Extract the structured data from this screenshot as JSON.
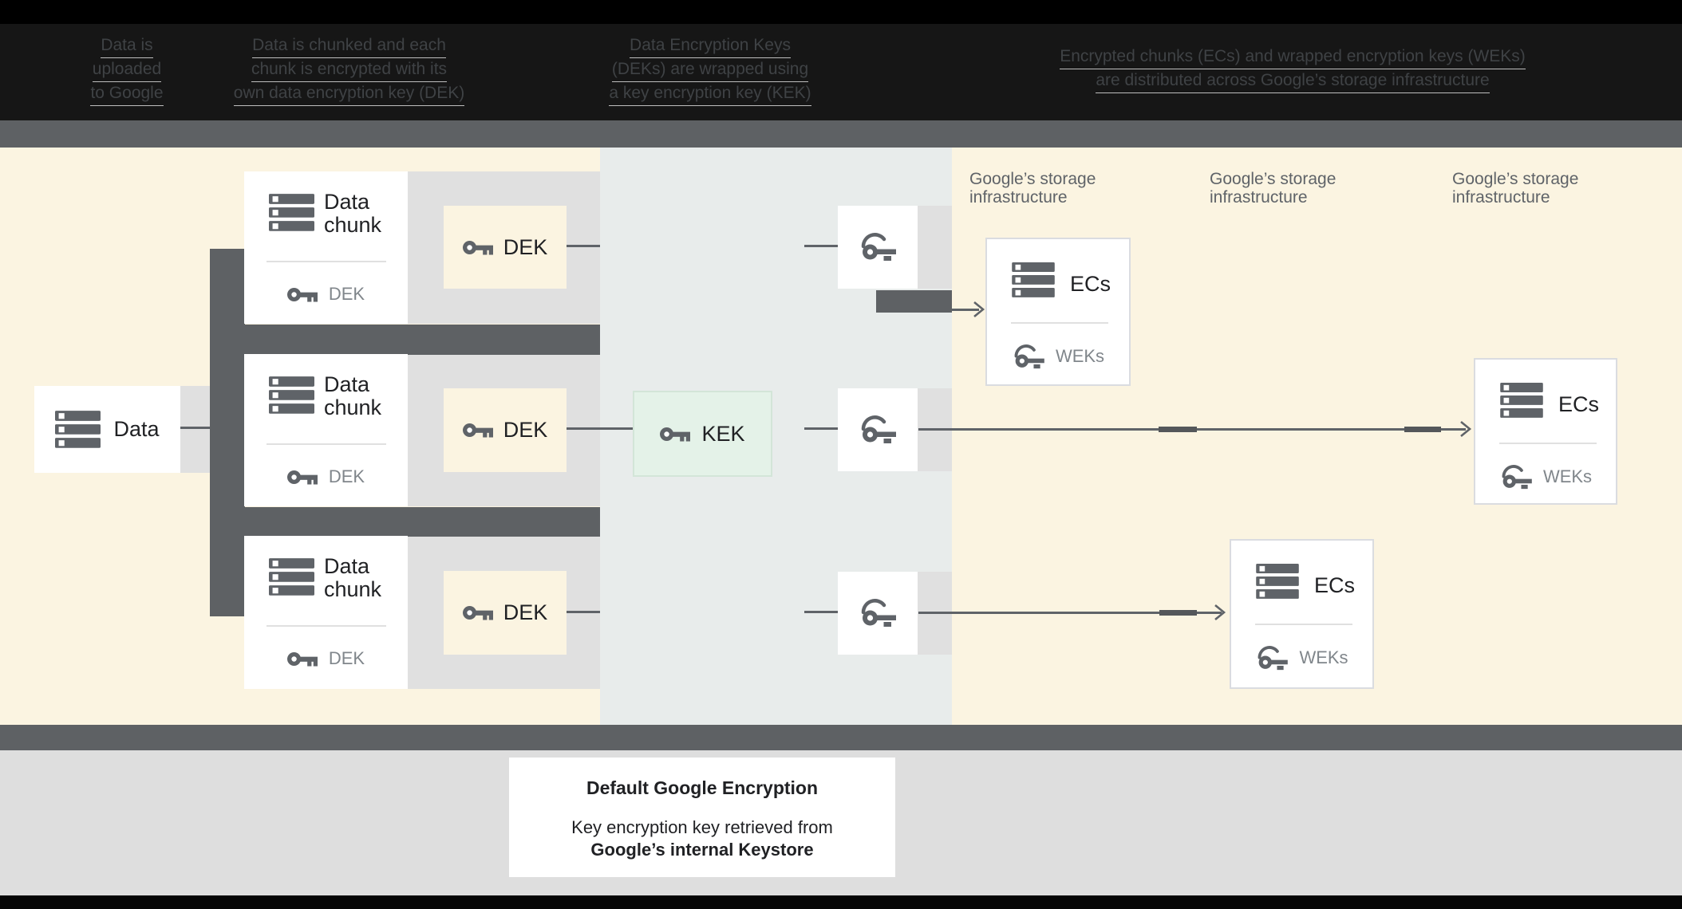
{
  "header": {
    "steps": [
      {
        "lines": [
          "Data is",
          "uploaded",
          "to Google"
        ]
      },
      {
        "lines": [
          "Data is chunked and each",
          "chunk is encrypted with its",
          "own data encryption key (DEK)"
        ]
      },
      {
        "lines": [
          "Data Encryption Keys",
          "(DEKs) are wrapped using",
          "a key encryption key (KEK)"
        ]
      },
      {
        "lines": [
          "Encrypted chunks (ECs) and wrapped encryption keys (WEKs)",
          "are distributed across Google’s storage infrastructure"
        ]
      }
    ]
  },
  "diagram": {
    "data_box": {
      "label": "Data"
    },
    "chunks": [
      {
        "title_line1": "Data",
        "title_line2": "chunk",
        "key_label": "DEK"
      },
      {
        "title_line1": "Data",
        "title_line2": "chunk",
        "key_label": "DEK"
      },
      {
        "title_line1": "Data",
        "title_line2": "chunk",
        "key_label": "DEK"
      }
    ],
    "dek_boxes": [
      {
        "label": "DEK"
      },
      {
        "label": "DEK"
      },
      {
        "label": "DEK"
      }
    ],
    "kek_box": {
      "label": "KEK"
    },
    "storage_labels": [
      {
        "line1": "Google’s storage",
        "line2": "infrastructure"
      },
      {
        "line1": "Google’s storage",
        "line2": "infrastructure"
      },
      {
        "line1": "Google’s storage",
        "line2": "infrastructure"
      }
    ],
    "ecs_boxes": [
      {
        "label": "ECs",
        "keys_label": "WEKs"
      },
      {
        "label": "ECs",
        "keys_label": "WEKs"
      },
      {
        "label": "ECs",
        "keys_label": "WEKs"
      }
    ]
  },
  "caption": {
    "title": "Default Google Encryption",
    "line1": "Key encryption key retrieved from",
    "line2": "Google’s internal Keystore"
  },
  "colors": {
    "cream": "#fbf4e1",
    "mid_panel": "#e8eceb",
    "strip": "#e0e0e0",
    "dark_band": "#5e6164",
    "icon": "#5f6368",
    "kek_bg": "#e4f2e8",
    "footer": "#dedede",
    "text": "#202124",
    "muted": "#80868b"
  }
}
